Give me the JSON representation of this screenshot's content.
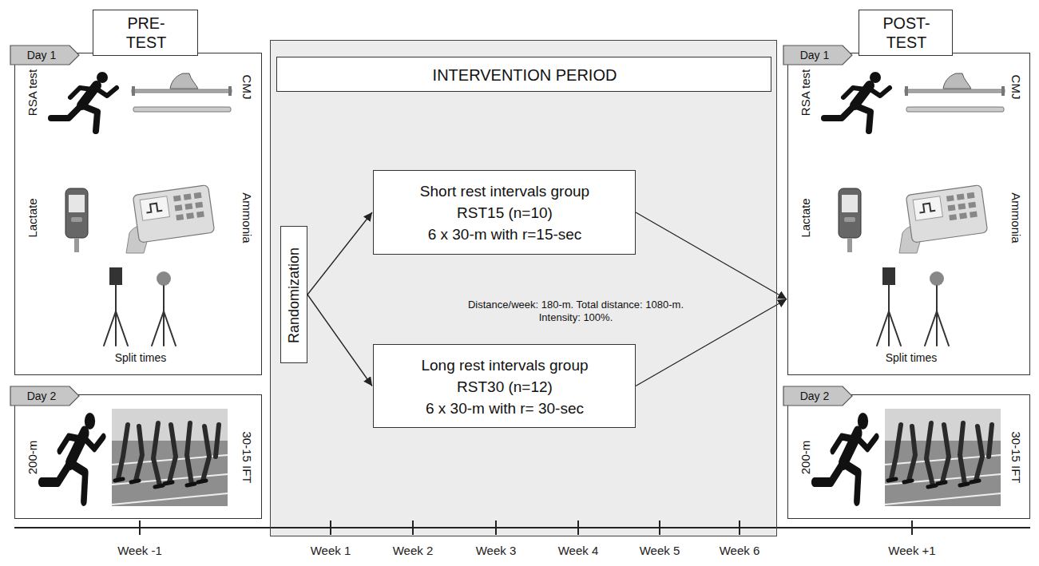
{
  "diagram": {
    "nodes": [
      {
        "text": [
          "PRE- TEST"
        ]
      },
      {
        "text": [
          "Day 1"
        ]
      },
      {
        "text": [
          "RSA test",
          "CMJ",
          "Lactate",
          "Ammonia",
          "Split times"
        ]
      },
      {
        "text": [
          "Day 2"
        ]
      },
      {
        "text": [
          "200-m",
          "30-15 IFT"
        ]
      },
      {
        "text": [
          "Distance/week: 180-m. Total distance: 1080-m. Intensity: 100%."
        ]
      },
      {
        "text": [
          "INTERVENTION PERIOD"
        ],
        "in": 5
      },
      {
        "text": [
          "Randomization"
        ],
        "in": 5
      },
      {
        "text": [
          "Short rest intervals group",
          "RST15 (n=10)",
          "6 x 30-m with r=15-sec"
        ],
        "in": 5
      },
      {
        "text": [
          "Long rest intervals group",
          "RST30 (n=12)",
          "6 x 30-m with r= 30-sec"
        ],
        "in": 5
      },
      {
        "text": [
          "POST- TEST"
        ]
      },
      {
        "text": [
          "Day 1"
        ]
      },
      {
        "text": [
          "RSA test",
          "CMJ",
          "Lactate",
          "Ammonia",
          "Split times"
        ]
      },
      {
        "text": [
          "Day 2"
        ]
      },
      {
        "text": [
          "200-m",
          "30-15 IFT"
        ]
      }
    ],
    "edges": [
      {
        "from": 7,
        "to": 8,
        "arrow": "to"
      },
      {
        "from": 7,
        "to": 9,
        "arrow": "to"
      },
      {
        "from": 8,
        "to": 12,
        "arrow": "to"
      },
      {
        "from": 9,
        "to": 12,
        "arrow": "to"
      }
    ],
    "labels": [
      "Week -1",
      "Week 1",
      "Week 2",
      "Week 3",
      "Week 4",
      "Week 5",
      "Week 6",
      "Week +1"
    ]
  }
}
